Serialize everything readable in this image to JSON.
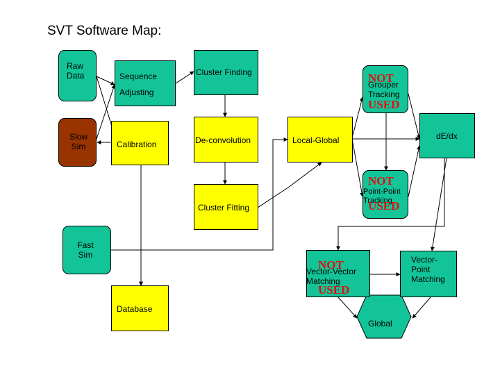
{
  "title": "SVT Software Map:",
  "nodes": {
    "raw_data": "Raw\nData",
    "sequence_adjusting_1": "Sequence",
    "sequence_adjusting_2": "Adjusting",
    "slow_sim": "Slow\nSim",
    "calibration": "Calibration",
    "cluster_finding": "Cluster Finding",
    "deconvolution": "De-convolution",
    "cluster_fitting": "Cluster Fitting",
    "local_global": "Local-Global",
    "grouper_tracking": "Grouper\nTracking",
    "point_point_tracking": "Point-Point\nTracking",
    "dedx": "dE/dx",
    "fast_sim": "Fast\nSim",
    "database": "Database",
    "vector_vector_matching": "Vector-Vector\nMatching",
    "vector_point_matching": "Vector-\nPoint\nMatching",
    "global": "Global"
  },
  "stamps": {
    "not": "NOT",
    "used": "USED"
  },
  "colors": {
    "green": "#12c497",
    "yellow": "#ffff00",
    "brown": "#993300",
    "stamp": "#e01010"
  }
}
